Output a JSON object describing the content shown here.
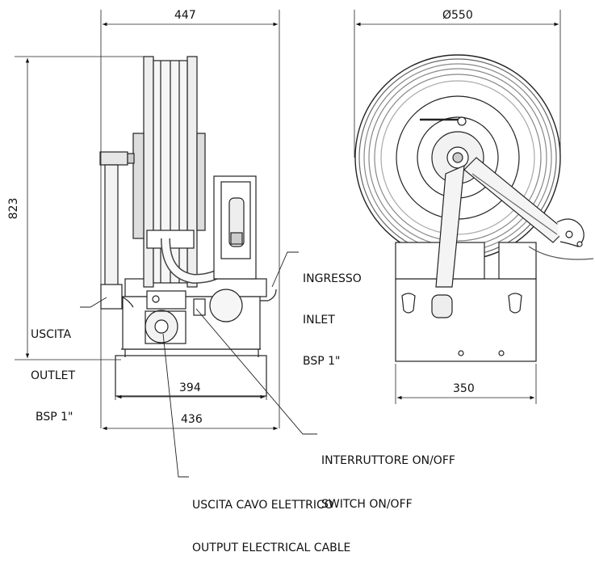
{
  "dimensions": {
    "side_width": "447",
    "height": "823",
    "inner_base_width": "394",
    "outer_base_width": "436",
    "front_diameter": "Ø550",
    "front_base_width": "350"
  },
  "labels": {
    "outlet_line1": "USCITA",
    "outlet_line2": "OUTLET",
    "outlet_line3": "BSP 1\"",
    "inlet_line1": "INGRESSO",
    "inlet_line2": "INLET",
    "inlet_line3": "BSP 1\"",
    "switch_line1": "INTERRUTTORE ON/OFF",
    "switch_line2": "SWITCH ON/OFF",
    "cable_line1": "USCITA CAVO ELETTRICO",
    "cable_line2": "OUTPUT ELECTRICAL CABLE"
  }
}
